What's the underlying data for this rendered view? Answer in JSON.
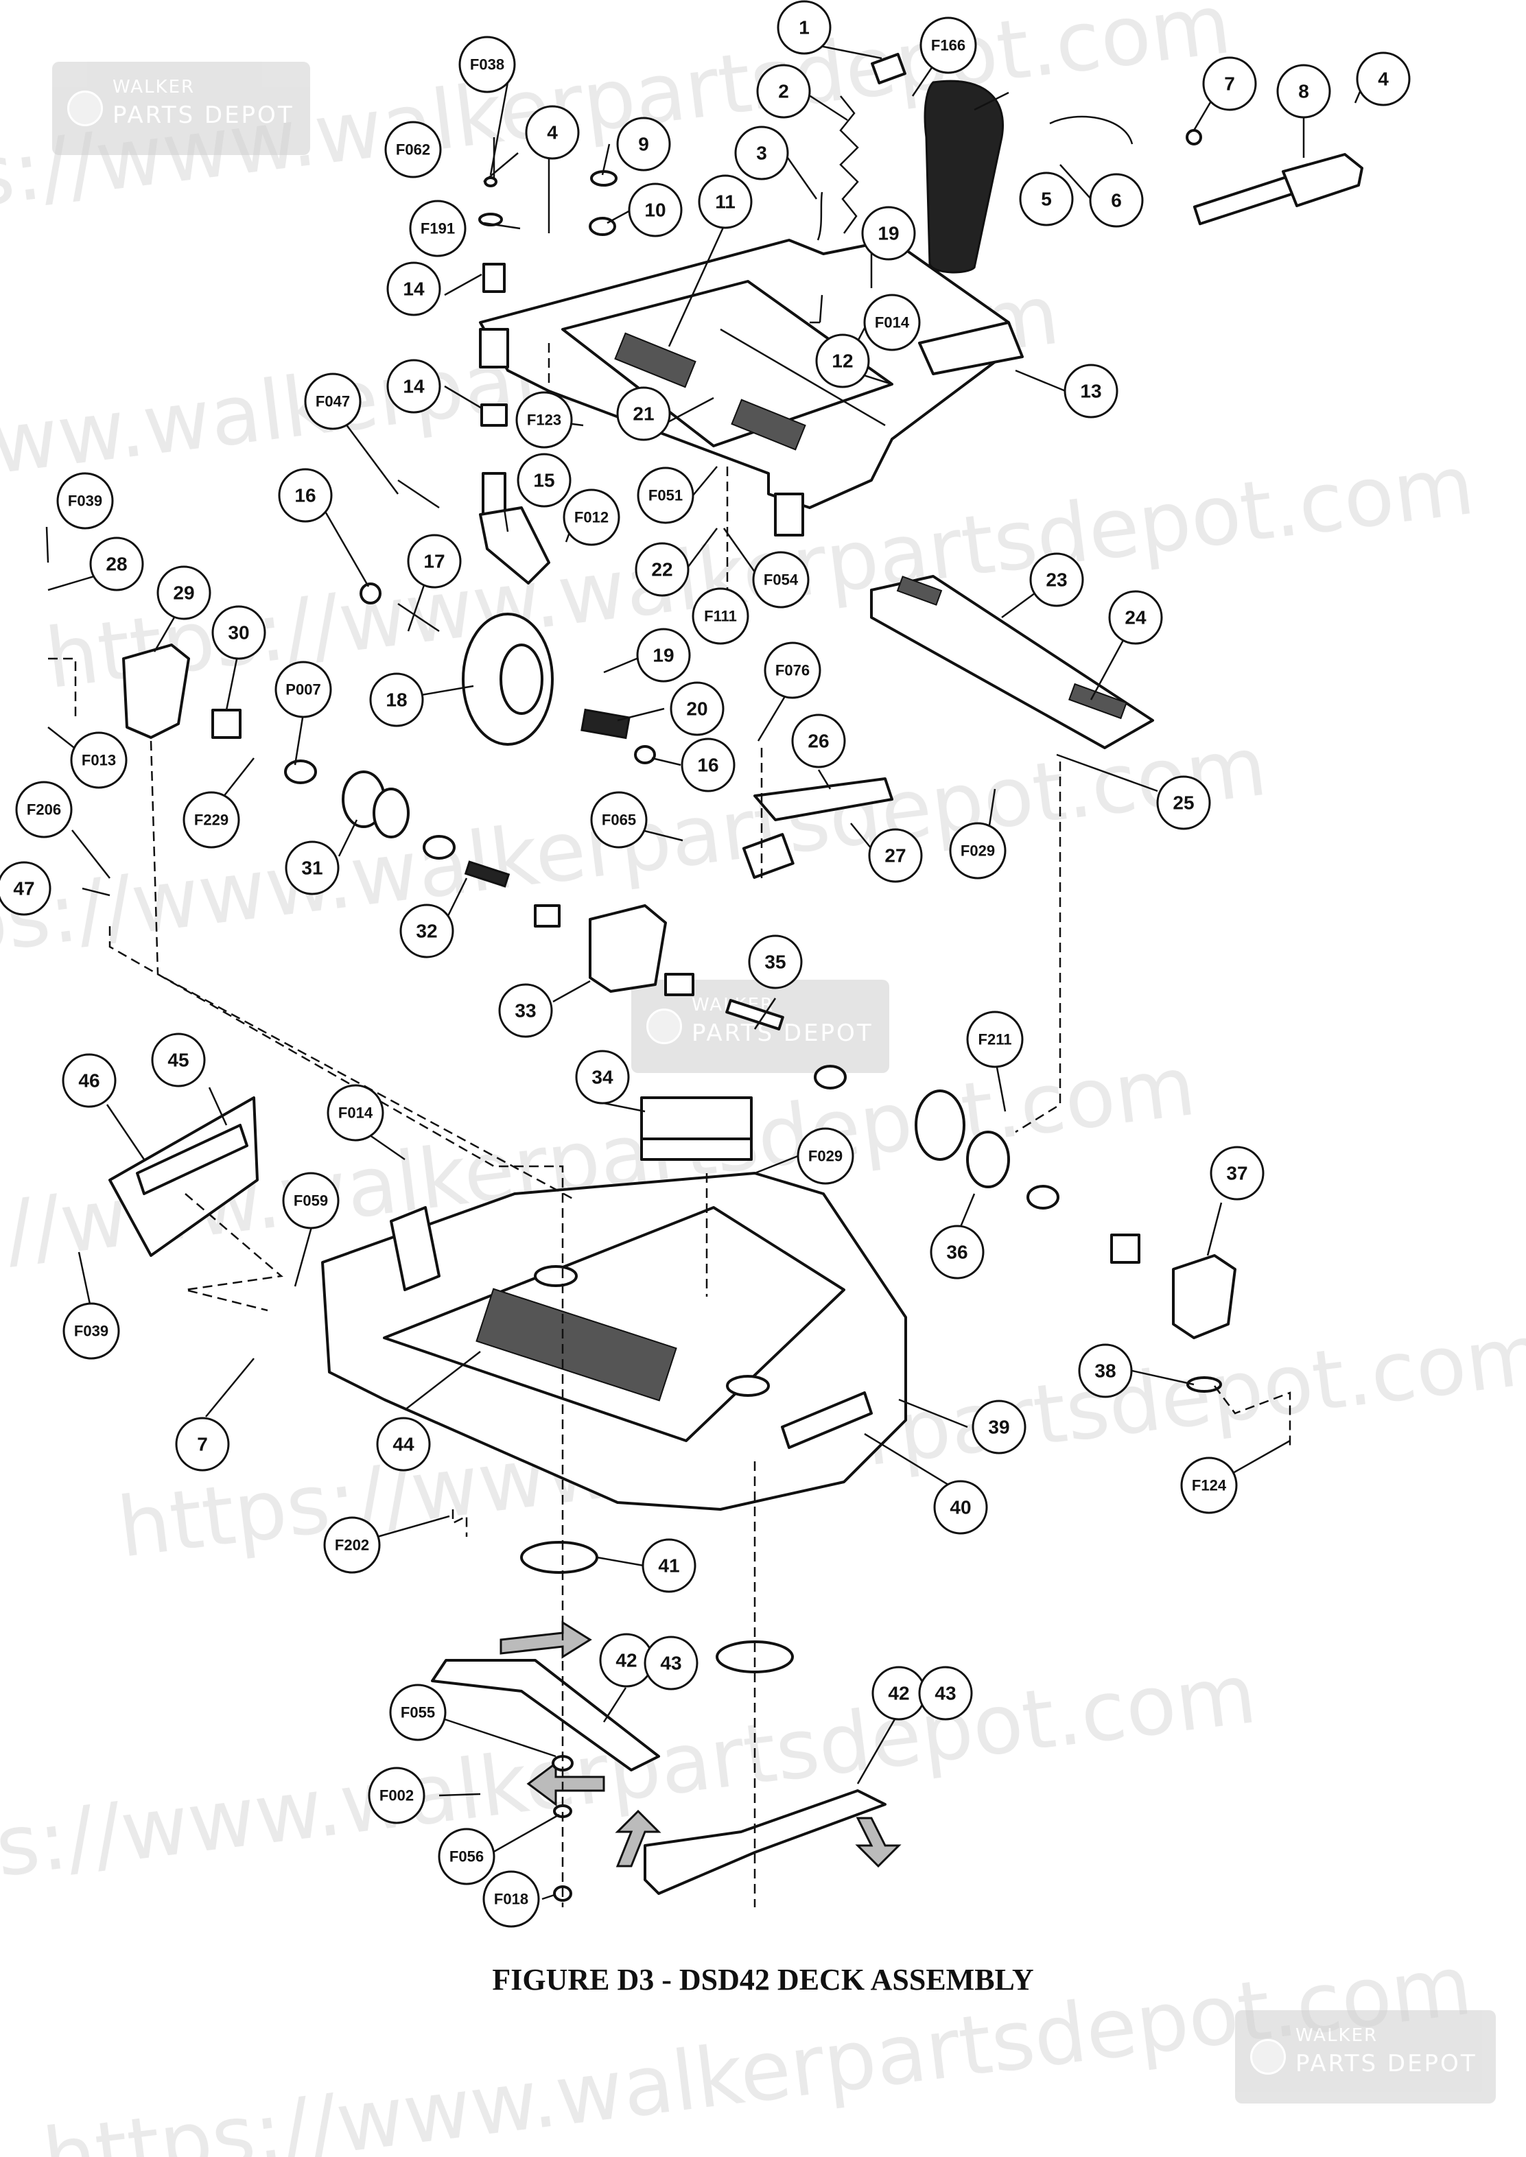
{
  "caption": "FIGURE D3 - DSD42 DECK ASSEMBLY",
  "watermark": {
    "url_texts": [
      "https://www.walkerpartsdepot.com",
      "https://www.walkerpartsdepot.com",
      "https://www.walkerpartsdepot.com",
      "https://www.walkerpartsdepot.com",
      "https://www.walkerpartsdepot.com",
      "https://www.walkerpartsdepot.com",
      "https://www.walkerpartsdepot.com",
      "https://www.walkerpartsdepot.com"
    ],
    "logo_line1": "WALKER",
    "logo_line2": "PARTS DEPOT"
  },
  "callouts": [
    {
      "label": "1"
    },
    {
      "label": "F166"
    },
    {
      "label": "2"
    },
    {
      "label": "F038"
    },
    {
      "label": "7"
    },
    {
      "label": "8"
    },
    {
      "label": "4"
    },
    {
      "label": "F062"
    },
    {
      "label": "4"
    },
    {
      "label": "9"
    },
    {
      "label": "3"
    },
    {
      "label": "5"
    },
    {
      "label": "6"
    },
    {
      "label": "F191"
    },
    {
      "label": "10"
    },
    {
      "label": "11"
    },
    {
      "label": "19"
    },
    {
      "label": "14"
    },
    {
      "label": "F014"
    },
    {
      "label": "12"
    },
    {
      "label": "14"
    },
    {
      "label": "13"
    },
    {
      "label": "F123"
    },
    {
      "label": "21"
    },
    {
      "label": "F047"
    },
    {
      "label": "15"
    },
    {
      "label": "F051"
    },
    {
      "label": "F012"
    },
    {
      "label": "F039"
    },
    {
      "label": "16"
    },
    {
      "label": "22"
    },
    {
      "label": "F054"
    },
    {
      "label": "28"
    },
    {
      "label": "17"
    },
    {
      "label": "23"
    },
    {
      "label": "29"
    },
    {
      "label": "F111"
    },
    {
      "label": "24"
    },
    {
      "label": "30"
    },
    {
      "label": "19"
    },
    {
      "label": "F076"
    },
    {
      "label": "18"
    },
    {
      "label": "20"
    },
    {
      "label": "P007"
    },
    {
      "label": "F013"
    },
    {
      "label": "16"
    },
    {
      "label": "26"
    },
    {
      "label": "25"
    },
    {
      "label": "F229"
    },
    {
      "label": "F206"
    },
    {
      "label": "F065"
    },
    {
      "label": "F029"
    },
    {
      "label": "31"
    },
    {
      "label": "27"
    },
    {
      "label": "47"
    },
    {
      "label": "32"
    },
    {
      "label": "35"
    },
    {
      "label": "33"
    },
    {
      "label": "F211"
    },
    {
      "label": "45"
    },
    {
      "label": "46"
    },
    {
      "label": "34"
    },
    {
      "label": "F014"
    },
    {
      "label": "F029"
    },
    {
      "label": "37"
    },
    {
      "label": "F059"
    },
    {
      "label": "36"
    },
    {
      "label": "F039"
    },
    {
      "label": "38"
    },
    {
      "label": "39"
    },
    {
      "label": "7"
    },
    {
      "label": "44"
    },
    {
      "label": "F124"
    },
    {
      "label": "40"
    },
    {
      "label": "F202"
    },
    {
      "label": "41"
    },
    {
      "label": "42"
    },
    {
      "label": "43"
    },
    {
      "label": "F055"
    },
    {
      "label": "42"
    },
    {
      "label": "43"
    },
    {
      "label": "F002"
    },
    {
      "label": "F056"
    },
    {
      "label": "F018"
    }
  ]
}
